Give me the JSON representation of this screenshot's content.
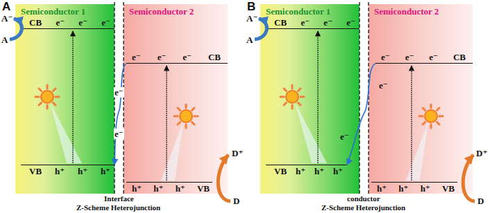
{
  "diagram": {
    "nodes": [
      {
        "text": [
          "Semiconductor 1"
        ]
      },
      {
        "text": [
          "CB",
          "e⁻",
          "e⁻",
          "e⁻"
        ],
        "in": 0
      },
      {
        "text": [
          "VB",
          "h⁺",
          "h⁺",
          "h⁺"
        ],
        "in": 0
      },
      {
        "text": [
          "Semiconductor 2"
        ]
      },
      {
        "text": [
          "e⁻",
          "e⁻",
          "e⁻",
          "CB"
        ],
        "in": 3
      },
      {
        "text": [
          "h⁺",
          "h⁺",
          "h⁺",
          "VB"
        ],
        "in": 3
      },
      {
        "text": [
          "Semiconductor 1"
        ]
      },
      {
        "text": [
          "CB",
          "e⁻",
          "e⁻",
          "e⁻"
        ],
        "in": 6
      },
      {
        "text": [
          "VB",
          "h⁺",
          "h⁺",
          "h⁺"
        ],
        "in": 6
      },
      {
        "text": [
          "Semiconductor 2"
        ]
      },
      {
        "text": [
          "e⁻",
          "e⁻",
          "e⁻",
          "CB"
        ],
        "in": 9
      },
      {
        "text": [
          "h⁺",
          "h⁺",
          "h⁺",
          "VB"
        ],
        "in": 9
      }
    ],
    "edges": [
      {
        "from": 4,
        "to": 2,
        "arrow": "to"
      },
      {
        "from": 10,
        "to": 8,
        "arrow": "to"
      }
    ],
    "labels": [
      "A",
      "A⁻",
      "A",
      "D⁺",
      "D",
      "e⁻",
      "e⁻",
      "Interface",
      "Z-Scheme Heterojunction",
      "B",
      "A⁻",
      "A",
      "D⁺",
      "D",
      "e⁻",
      "e⁻",
      "conductor",
      "Z-Scheme Heterojunction"
    ]
  }
}
